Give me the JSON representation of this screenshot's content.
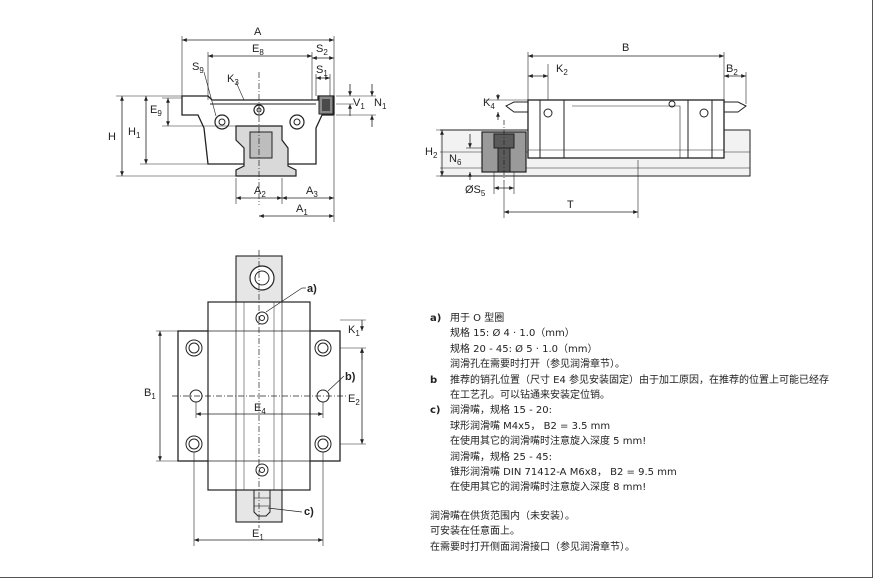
{
  "top_left_labels": {
    "A": "A",
    "E8": "E",
    "E8_sub": "8",
    "S2": "S",
    "S2_sub": "2",
    "S9": "S",
    "S9_sub": "9",
    "K3": "K",
    "K3_sub": "3",
    "S1": "S",
    "S1_sub": "1",
    "E9": "E",
    "E9_sub": "9",
    "V1": "V",
    "V1_sub": "1",
    "N1": "N",
    "N1_sub": "1",
    "H": "H",
    "H1": "H",
    "H1_sub": "1",
    "A2": "A",
    "A2_sub": "2",
    "A3": "A",
    "A3_sub": "3",
    "A1": "A",
    "A1_sub": "1"
  },
  "top_right_labels": {
    "B": "B",
    "K2": "K",
    "K2_sub": "2",
    "B2": "B",
    "B2_sub": "2",
    "K4": "K",
    "K4_sub": "4",
    "H2": "H",
    "H2_sub": "2",
    "N6": "N",
    "N6_sub": "6",
    "S5": "ØS",
    "S5_sub": "5",
    "T": "T"
  },
  "bottom_labels": {
    "a": "a)",
    "b": "b)",
    "c": "c)",
    "K1": "K",
    "K1_sub": "1",
    "B1": "B",
    "B1_sub": "1",
    "E2": "E",
    "E2_sub": "2",
    "E4": "E",
    "E4_sub": "4",
    "E1": "E",
    "E1_sub": "1"
  },
  "notes": {
    "a_label": "a)",
    "a_lines": [
      "用于 O 型圈",
      "规格 15:  Ø 4 · 1.0（mm）",
      "规格 20 - 45:  Ø 5 · 1.0（mm）",
      "润滑孔在需要时打开（参见润滑章节）。"
    ],
    "b_label": "b",
    "b_lines": [
      "推荐的销孔位置（尺寸 E4 参见安装固定）由于加工原因，在推荐的位置上可能已经存",
      "在工艺孔。可以钻通来安装定位销。"
    ],
    "c_label": "c)",
    "c_lines": [
      "润滑嘴，规格 15 - 20:",
      "球形润滑嘴 M4x5， B2 = 3.5 mm",
      "在使用其它的润滑嘴时注意旋入深度 5 mm!",
      "润滑嘴，规格 25 - 45:",
      "锥形润滑嘴 DIN 71412-A M6x8， B2 = 9.5 mm",
      "在使用其它的润滑嘴时注意旋入深度 8 mm!"
    ],
    "footer_lines": [
      "润滑嘴在供货范围内（未安装）。",
      "可安装在任意面上。",
      "在需要时打开侧面润滑接口（参见润滑章节）。"
    ]
  }
}
